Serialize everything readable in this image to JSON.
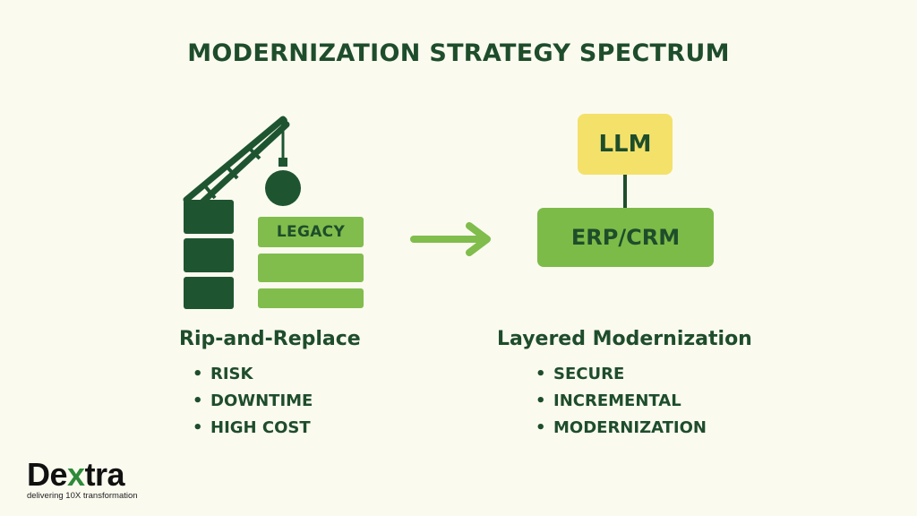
{
  "title": "MODERNIZATION STRATEGY SPECTRUM",
  "left": {
    "box_label": "LEGACY",
    "heading": "Rip-and-Replace",
    "bullets": [
      "RISK",
      "DOWNTIME",
      "HIGH COST"
    ]
  },
  "right": {
    "top_box": "LLM",
    "bottom_box": "ERP/CRM",
    "heading": "Layered Modernization",
    "bullets": [
      "SECURE",
      "INCREMENTAL",
      "MODERNIZATION"
    ]
  },
  "logo": {
    "word_prefix": "De",
    "word_accent": "x",
    "word_suffix": "tra",
    "tagline": "delivering 10X transformation"
  },
  "colors": {
    "dark_green": "#1e4d2b",
    "light_green": "#80bd4c",
    "yellow": "#f3e16a",
    "background": "#fbfaef"
  },
  "icons": [
    "crane-icon",
    "wrecking-ball-icon",
    "arrow-right-icon"
  ]
}
